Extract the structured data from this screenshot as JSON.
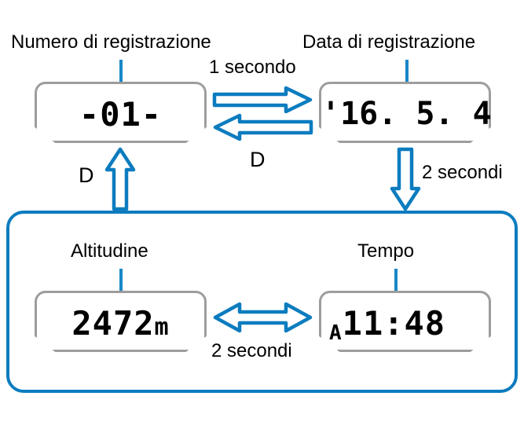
{
  "diagram": {
    "title_alt": "Sequenza display registrazione",
    "accent_color": "#0c7cbf",
    "bezel_color": "#9d9d9d",
    "leader_color": "#1a87c8"
  },
  "top": {
    "left_label": "Numero di registrazione",
    "right_label": "Data di registrazione",
    "left_display": "-01-",
    "right_display": "'16. 5. 4",
    "between_label": "1 secondo",
    "between_button": "D",
    "left_button": "D",
    "down_label": "2 secondi"
  },
  "bottom": {
    "left_label": "Altitudine",
    "right_label": "Tempo",
    "left_display": "2472",
    "left_unit": "m",
    "right_display_ampm": "A",
    "right_display": "11:48",
    "between_label": "2 secondi"
  },
  "icons": {
    "arrow_right": "arrow-right-icon",
    "arrow_left": "arrow-left-icon",
    "arrow_up": "arrow-up-icon",
    "arrow_down": "arrow-down-icon",
    "arrow_both": "arrow-bidirectional-icon"
  }
}
